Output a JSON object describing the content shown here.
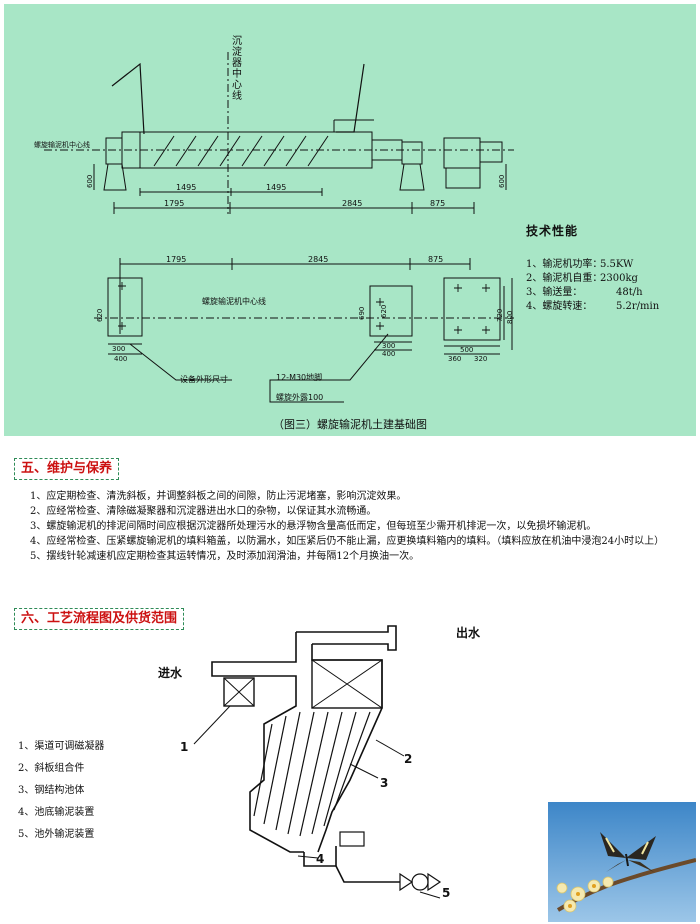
{
  "drawing": {
    "sediment_center_line": "沉淀器中心线",
    "screw_center_line": "螺旋输泥机中心线",
    "screw_center_line_plan": "螺旋输泥机中心线",
    "dims_elevation": {
      "h600_left": "600",
      "h600_right": "600",
      "seg1": "1495",
      "seg2": "1495",
      "d1795": "1795",
      "d2845": "2845",
      "d875": "875"
    },
    "dims_plan": {
      "d1795": "1795",
      "d2845": "2845",
      "d875": "875",
      "h620_left": "620",
      "h690": "690",
      "h620_mid": "620",
      "h720": "720",
      "h800": "800",
      "w300_left": "300",
      "w400": "400",
      "w300_mid": "300",
      "w400_mid": "400",
      "w500": "500",
      "w360": "360",
      "w320": "320"
    },
    "outline_label": "设备外形尺寸",
    "bolt_label": "12-M30地脚",
    "screw_exposure_label": "螺旋外露100",
    "caption": "（图三）螺旋输泥机土建基础图"
  },
  "specs": {
    "title": "技术性能",
    "items": [
      {
        "key": "1、输泥机功率：",
        "value": "5.5KW"
      },
      {
        "key": "2、输泥机自重：",
        "value": "2300kg"
      },
      {
        "key": "3、输送量：",
        "value": "48t/h"
      },
      {
        "key": "4、螺旋转速：",
        "value": "5.2r/min"
      }
    ]
  },
  "section5": {
    "title": "五、维护与保养",
    "items": [
      "1、应定期检查、清洗斜板，并调整斜板之间的间隙，防止污泥堵塞，影响沉淀效果。",
      "2、应经常检查、清除磁凝聚器和沉淀器进出水口的杂物，以保证其水流畅通。",
      "3、螺旋输泥机的排泥间隔时间应根据沉淀器所处理污水的悬浮物含量高低而定，但每班至少需开机排泥一次，以免损坏输泥机。",
      "4、应经常检查、压紧螺旋输泥机的填料箱盖，以防漏水，如压紧后仍不能止漏，应更换填料箱内的填料。（填料应放在机油中浸泡24小时以上）",
      "5、摆线针轮减速机应定期检查其运转情况，及时添加润滑油，并每隔12个月换油一次。"
    ]
  },
  "section6": {
    "title": "六、工艺流程图及供货范围",
    "inlet": "进水",
    "outlet": "出水",
    "callouts": [
      "1",
      "2",
      "3",
      "4",
      "5"
    ],
    "legend": [
      "1、渠道可调磁凝器",
      "2、斜板组合件",
      "3、钢结构池体",
      "4、池底输泥装置",
      "5、池外输泥装置"
    ]
  },
  "colors": {
    "panel": "#a8e6c6",
    "heading": "#cc1111",
    "border": "#2e8b57"
  }
}
